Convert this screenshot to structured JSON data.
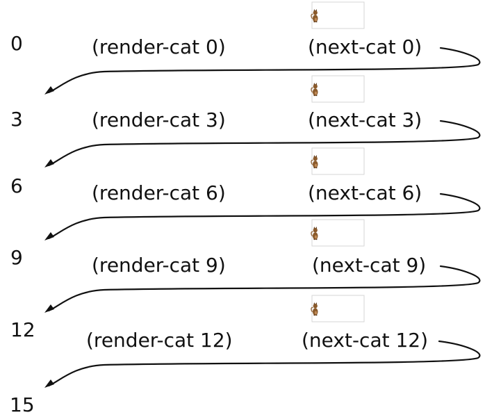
{
  "rows": [
    {
      "n": "0",
      "render": "(render-cat 0)",
      "next": "(next-cat 0)"
    },
    {
      "n": "3",
      "render": "(render-cat 3)",
      "next": "(next-cat 3)"
    },
    {
      "n": "6",
      "render": "(render-cat 6)",
      "next": "(next-cat 6)"
    },
    {
      "n": "9",
      "render": "(render-cat 9)",
      "next": "(next-cat 9)"
    },
    {
      "n": "12",
      "render": "(render-cat 12)",
      "next": "(next-cat 12)"
    }
  ],
  "final": {
    "n": "15"
  },
  "cat": {
    "icon": "cat-icon",
    "body_color": "#8a5a2b",
    "dark_color": "#5a3516",
    "frame_color": "#d6d6d6"
  }
}
